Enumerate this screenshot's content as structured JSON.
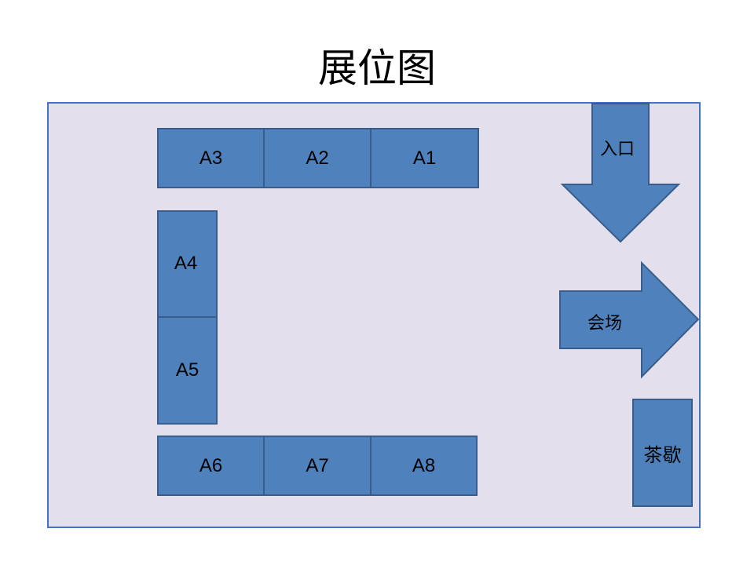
{
  "title": "展位图",
  "colors": {
    "floor_fill": "#e4dfec",
    "floor_border": "#4472c4",
    "booth_fill": "#4f81bd",
    "booth_border": "#385d8a"
  },
  "booths": {
    "a1": "A1",
    "a2": "A2",
    "a3": "A3",
    "a4": "A4",
    "a5": "A5",
    "a6": "A6",
    "a7": "A7",
    "a8": "A8"
  },
  "entrance_label": "入口",
  "venue_label": "会场",
  "tea_break_label": "茶歇"
}
